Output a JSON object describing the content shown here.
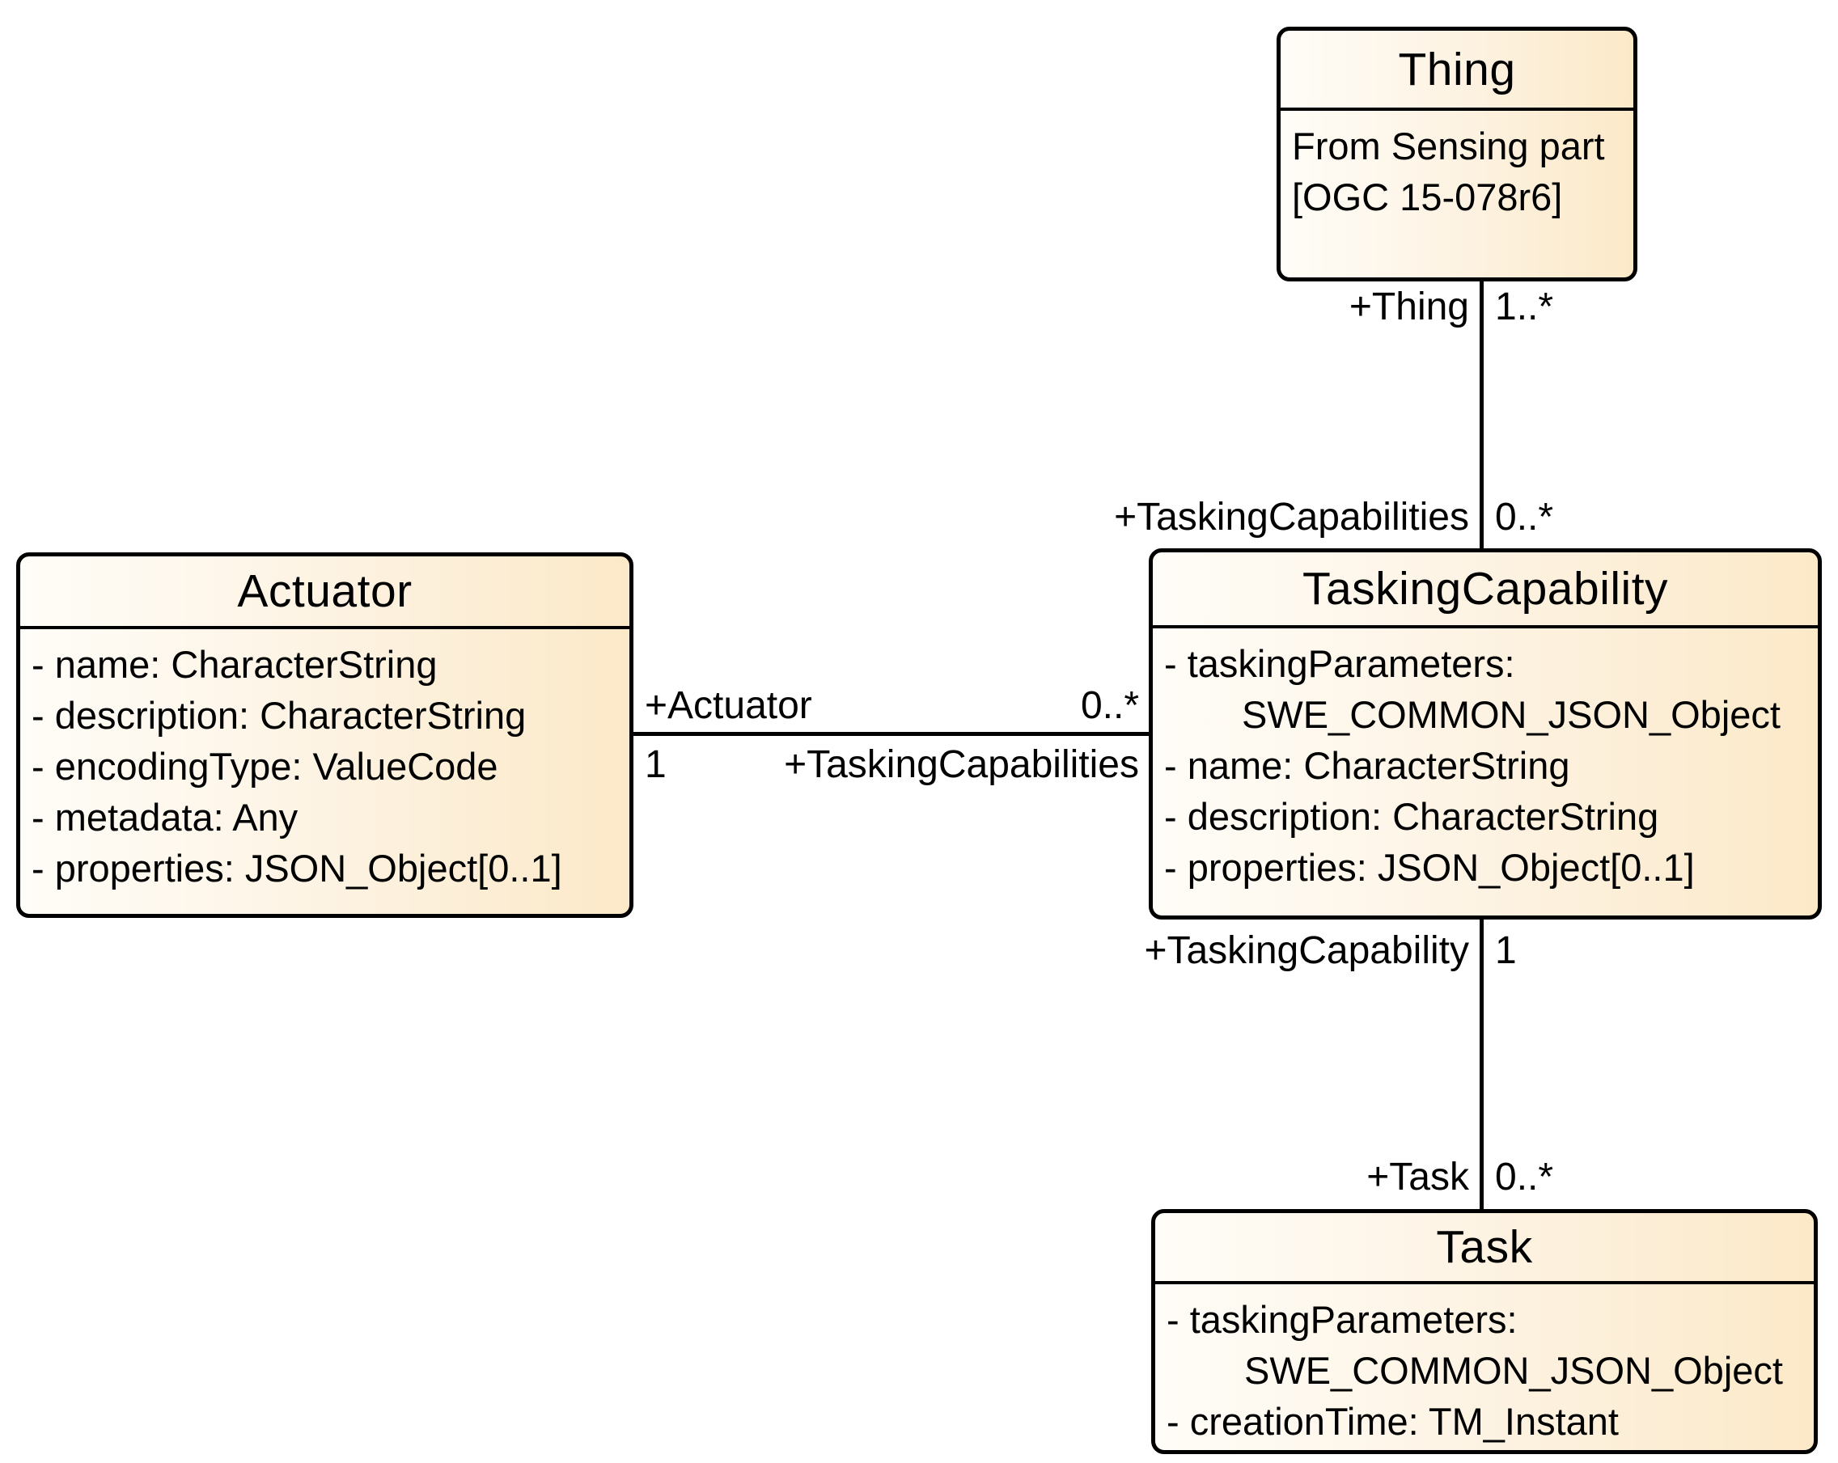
{
  "classes": {
    "thing": {
      "title": "Thing",
      "note_line1": "From Sensing part",
      "note_line2": "[OGC 15-078r6]"
    },
    "actuator": {
      "title": "Actuator",
      "attributes": [
        "- name: CharacterString",
        "- description: CharacterString",
        "- encodingType: ValueCode",
        "- metadata: Any",
        "- properties: JSON_Object[0..1]"
      ]
    },
    "tasking_capability": {
      "title": "TaskingCapability",
      "attributes": [
        "- taskingParameters:",
        "SWE_COMMON_JSON_Object",
        "- name: CharacterString",
        "- description: CharacterString",
        "- properties: JSON_Object[0..1]"
      ]
    },
    "task": {
      "title": "Task",
      "attributes": [
        "- taskingParameters:",
        "SWE_COMMON_JSON_Object",
        "- creationTime: TM_Instant"
      ]
    }
  },
  "associations": {
    "thing_tasking_capability": {
      "role_thing": "+Thing",
      "mult_thing": "1..*",
      "role_tasking_capabilities": "+TaskingCapabilities",
      "mult_tasking_capabilities": "0..*"
    },
    "actuator_tasking_capability": {
      "role_actuator": "+Actuator",
      "mult_actuator": "1",
      "role_tasking_capabilities": "+TaskingCapabilities",
      "mult_tasking_capabilities": "0..*"
    },
    "tasking_capability_task": {
      "role_tasking_capability": "+TaskingCapability",
      "mult_tasking_capability": "1",
      "role_task": "+Task",
      "mult_task": "0..*"
    }
  },
  "colors": {
    "box_fill_left": "#fffdf8",
    "box_fill_right": "#fce9c8",
    "box_border": "#000000",
    "background": "#ffffff"
  }
}
